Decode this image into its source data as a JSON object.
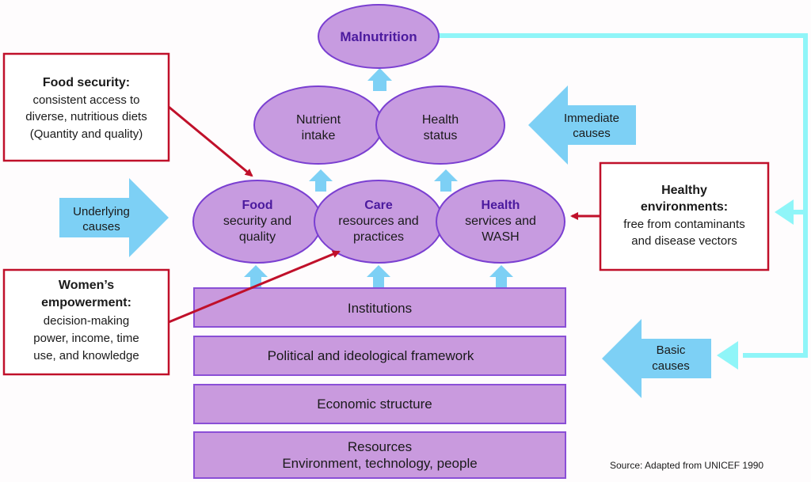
{
  "colors": {
    "ellipse_fill": "#c79be0",
    "ellipse_stroke": "#7a3fd1",
    "box_fill": "#c99ade",
    "box_stroke": "#8a4fd6",
    "arrow_blue": "#7dd0f5",
    "connector_cyan": "#8ff5f8",
    "red": "#c0102a",
    "accent_text": "#4b1a9e"
  },
  "outcome": {
    "label": "Malnutrition"
  },
  "immediate": [
    {
      "lines": [
        "Nutrient",
        "intake"
      ]
    },
    {
      "lines": [
        "Health",
        "status"
      ]
    }
  ],
  "underlying": [
    {
      "title": "Food",
      "lines": [
        "security and",
        "quality"
      ]
    },
    {
      "title": "Care",
      "lines": [
        "resources and",
        "practices"
      ]
    },
    {
      "title": "Health",
      "lines": [
        "services and",
        "WASH"
      ]
    }
  ],
  "basic_layers": [
    {
      "lines": [
        "Institutions"
      ]
    },
    {
      "lines": [
        "Political and ideological framework"
      ]
    },
    {
      "lines": [
        "Economic structure"
      ]
    },
    {
      "lines": [
        "Resources",
        "Environment, technology, people"
      ]
    }
  ],
  "cause_arrows": {
    "immediate": [
      "Immediate",
      "causes"
    ],
    "underlying": [
      "Underlying",
      "causes"
    ],
    "basic": [
      "Basic",
      "causes"
    ]
  },
  "callouts": {
    "food_security": {
      "title": "Food security:",
      "lines": [
        "consistent access to",
        "diverse, nutritious diets",
        "(Quantity and quality)"
      ]
    },
    "womens_empowerment": {
      "title_lines": [
        "Women’s",
        "empowerment:"
      ],
      "lines": [
        "decision-making",
        "power, income, time",
        "use, and knowledge"
      ]
    },
    "healthy_environments": {
      "title_lines": [
        "Healthy",
        "environments:"
      ],
      "lines": [
        "free from contaminants",
        "and disease vectors"
      ]
    }
  },
  "source": "Source: Adapted from UNICEF 1990"
}
